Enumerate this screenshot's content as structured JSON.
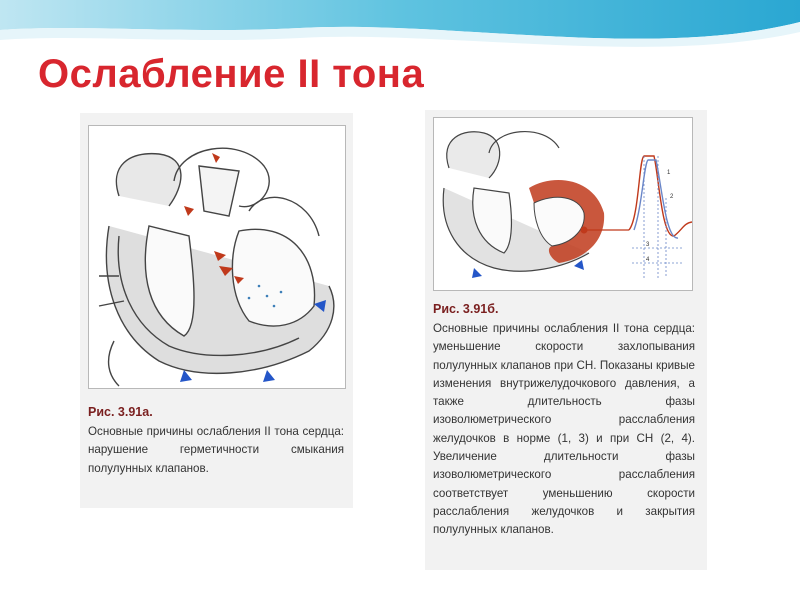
{
  "slide": {
    "title": "Ослабление II тона"
  },
  "figure_a": {
    "caption_title": "Рис. 3.91а.",
    "caption_text": "Основные причины ослабления II тона сердца: нарушение герметичности смыкания полулунных клапанов."
  },
  "figure_b": {
    "caption_title": "Рис. 3.91б.",
    "caption_text": "Основные причины ослабления II тона сердца: уменьшение скорости захлопывания полулунных клапанов при СН. Показаны кривые изменения внутрижелудочкового давления, а также длительность фазы изоволюметрического расслабления желудочков в норме (1, 3) и при СН (2, 4). Увеличение длительности фазы изоволюметрического расслабления соответствует уменьшению скорости расслабления желудочков и закрытия полулунных клапанов.",
    "curve_labels": [
      "1",
      "2",
      "3",
      "4"
    ]
  },
  "colors": {
    "title": "#d8262e",
    "caption_title": "#7a1f1f",
    "myocardium_highlight": "#c0391b",
    "arrow_blue": "#2456c8",
    "curve_blue": "#6a86c8",
    "curve_red": "#c0391b"
  }
}
